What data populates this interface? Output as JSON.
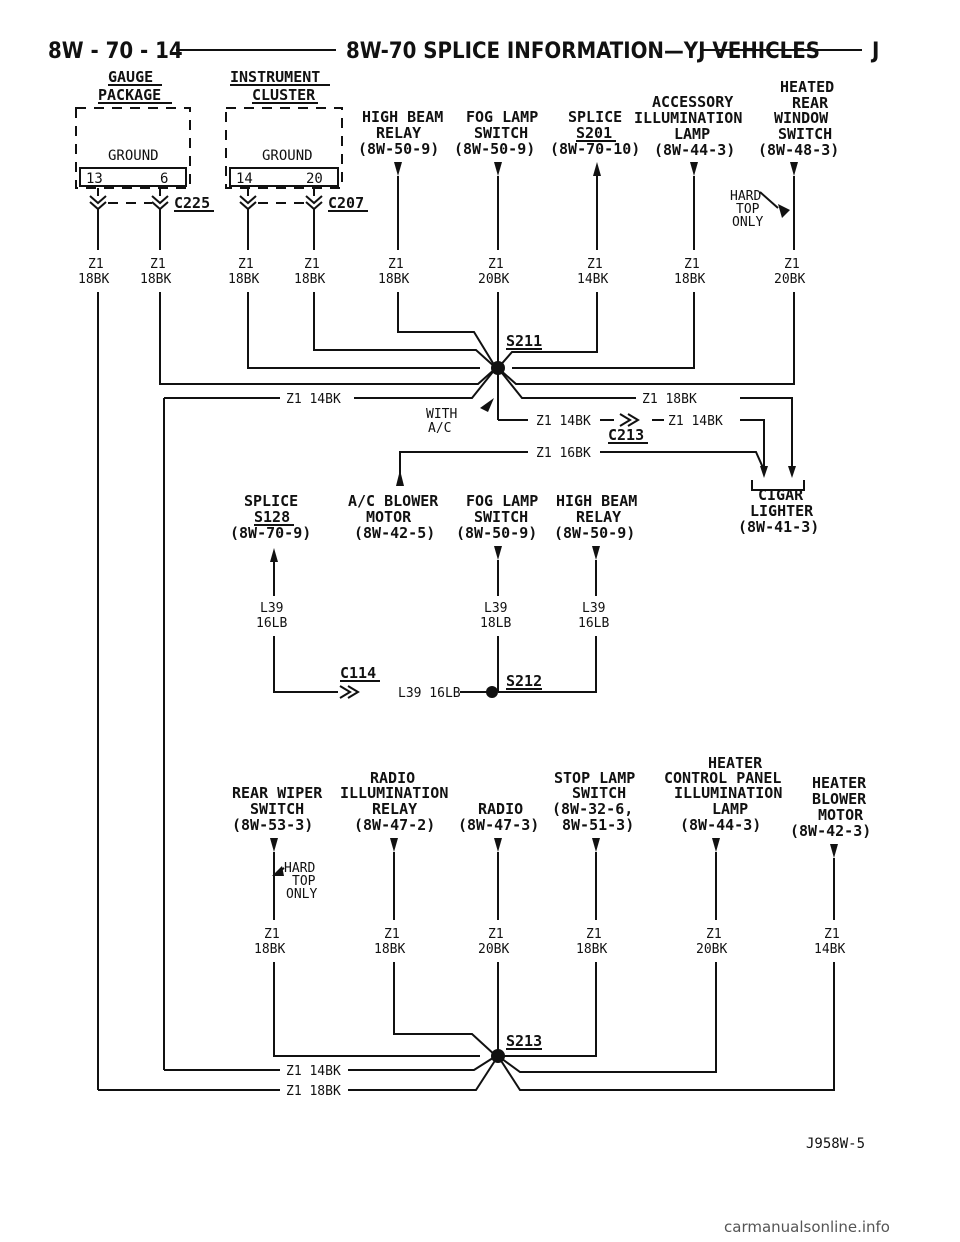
{
  "header": {
    "page_number": "8W - 70 - 14",
    "title": "8W-70 SPLICE INFORMATION—YJ VEHICLES",
    "mark": "J"
  },
  "top_sources": {
    "gauge_package": [
      "GAUGE",
      "PACKAGE"
    ],
    "instrument_cluster": [
      "INSTRUMENT",
      "CLUSTER"
    ],
    "ground_label": "GROUND",
    "gauge_pins": [
      "13",
      "6"
    ],
    "cluster_pins": [
      "14",
      "20"
    ],
    "connectors": [
      "C225",
      "C207"
    ],
    "high_beam_relay": [
      "HIGH BEAM",
      "RELAY",
      "(8W-50-9)"
    ],
    "fog_lamp_switch": [
      "FOG LAMP",
      "SWITCH",
      "(8W-50-9)"
    ],
    "splice_s201": [
      "SPLICE",
      "S201",
      "(8W-70-10)"
    ],
    "accessory_lamp": [
      "ACCESSORY",
      "ILLUMINATION",
      "LAMP",
      "(8W-44-3)"
    ],
    "heated_rear_window": [
      "HEATED",
      "REAR",
      "WINDOW",
      "SWITCH",
      "(8W-48-3)"
    ],
    "hard_top_only": [
      "HARD",
      "TOP",
      "ONLY"
    ]
  },
  "top_wires": [
    [
      "Z1",
      "18BK"
    ],
    [
      "Z1",
      "18BK"
    ],
    [
      "Z1",
      "18BK"
    ],
    [
      "Z1",
      "18BK"
    ],
    [
      "Z1",
      "18BK"
    ],
    [
      "Z1",
      "20BK"
    ],
    [
      "Z1",
      "14BK"
    ],
    [
      "Z1",
      "18BK"
    ],
    [
      "Z1",
      "20BK"
    ]
  ],
  "mid": {
    "s211": "S211",
    "wire_left": "Z1 14BK",
    "wire_r1": "Z1 18BK",
    "with_ac": [
      "WITH",
      "A/C"
    ],
    "wire_r2a": "Z1 14BK",
    "wire_r2b": "Z1 14BK",
    "c213": "C213",
    "wire_r3": "Z1 16BK",
    "cigar_lighter": [
      "CIGAR",
      "LIGHTER",
      "(8W-41-3)"
    ]
  },
  "mid_components": {
    "splice_s128": [
      "SPLICE",
      "S128",
      "(8W-70-9)"
    ],
    "ac_blower": [
      "A/C BLOWER",
      "MOTOR",
      "(8W-42-5)"
    ],
    "fog_lamp": [
      "FOG LAMP",
      "SWITCH",
      "(8W-50-9)"
    ],
    "high_beam": [
      "HIGH BEAM",
      "RELAY",
      "(8W-50-9)"
    ]
  },
  "l39": {
    "wires": [
      [
        "L39",
        "16LB"
      ],
      [
        "L39",
        "18LB"
      ],
      [
        "L39",
        "16LB"
      ]
    ],
    "c114": "C114",
    "s212": "S212",
    "bottom_wire": "L39 16LB"
  },
  "bottom_components": {
    "rear_wiper": [
      "REAR WIPER",
      "SWITCH",
      "(8W-53-3)"
    ],
    "radio_illum": [
      "RADIO",
      "ILLUMINATION",
      "RELAY",
      "(8W-47-2)"
    ],
    "radio": [
      "RADIO",
      "(8W-47-3)"
    ],
    "stop_lamp": [
      "STOP LAMP",
      "SWITCH",
      "(8W-32-6,",
      "8W-51-3)"
    ],
    "heater_panel": [
      "HEATER",
      "CONTROL PANEL",
      "ILLUMINATION",
      "LAMP",
      "(8W-44-3)"
    ],
    "heater_blower": [
      "HEATER",
      "BLOWER",
      "MOTOR",
      "(8W-42-3)"
    ],
    "hard_top_only": [
      "HARD",
      "TOP",
      "ONLY"
    ]
  },
  "bottom_wires": [
    [
      "Z1",
      "18BK"
    ],
    [
      "Z1",
      "18BK"
    ],
    [
      "Z1",
      "20BK"
    ],
    [
      "Z1",
      "18BK"
    ],
    [
      "Z1",
      "20BK"
    ],
    [
      "Z1",
      "14BK"
    ]
  ],
  "s213": {
    "label": "S213",
    "wire_a": "Z1 14BK",
    "wire_b": "Z1 18BK"
  },
  "figure_id": "J958W-5",
  "watermark": "carmanualsonline.info"
}
